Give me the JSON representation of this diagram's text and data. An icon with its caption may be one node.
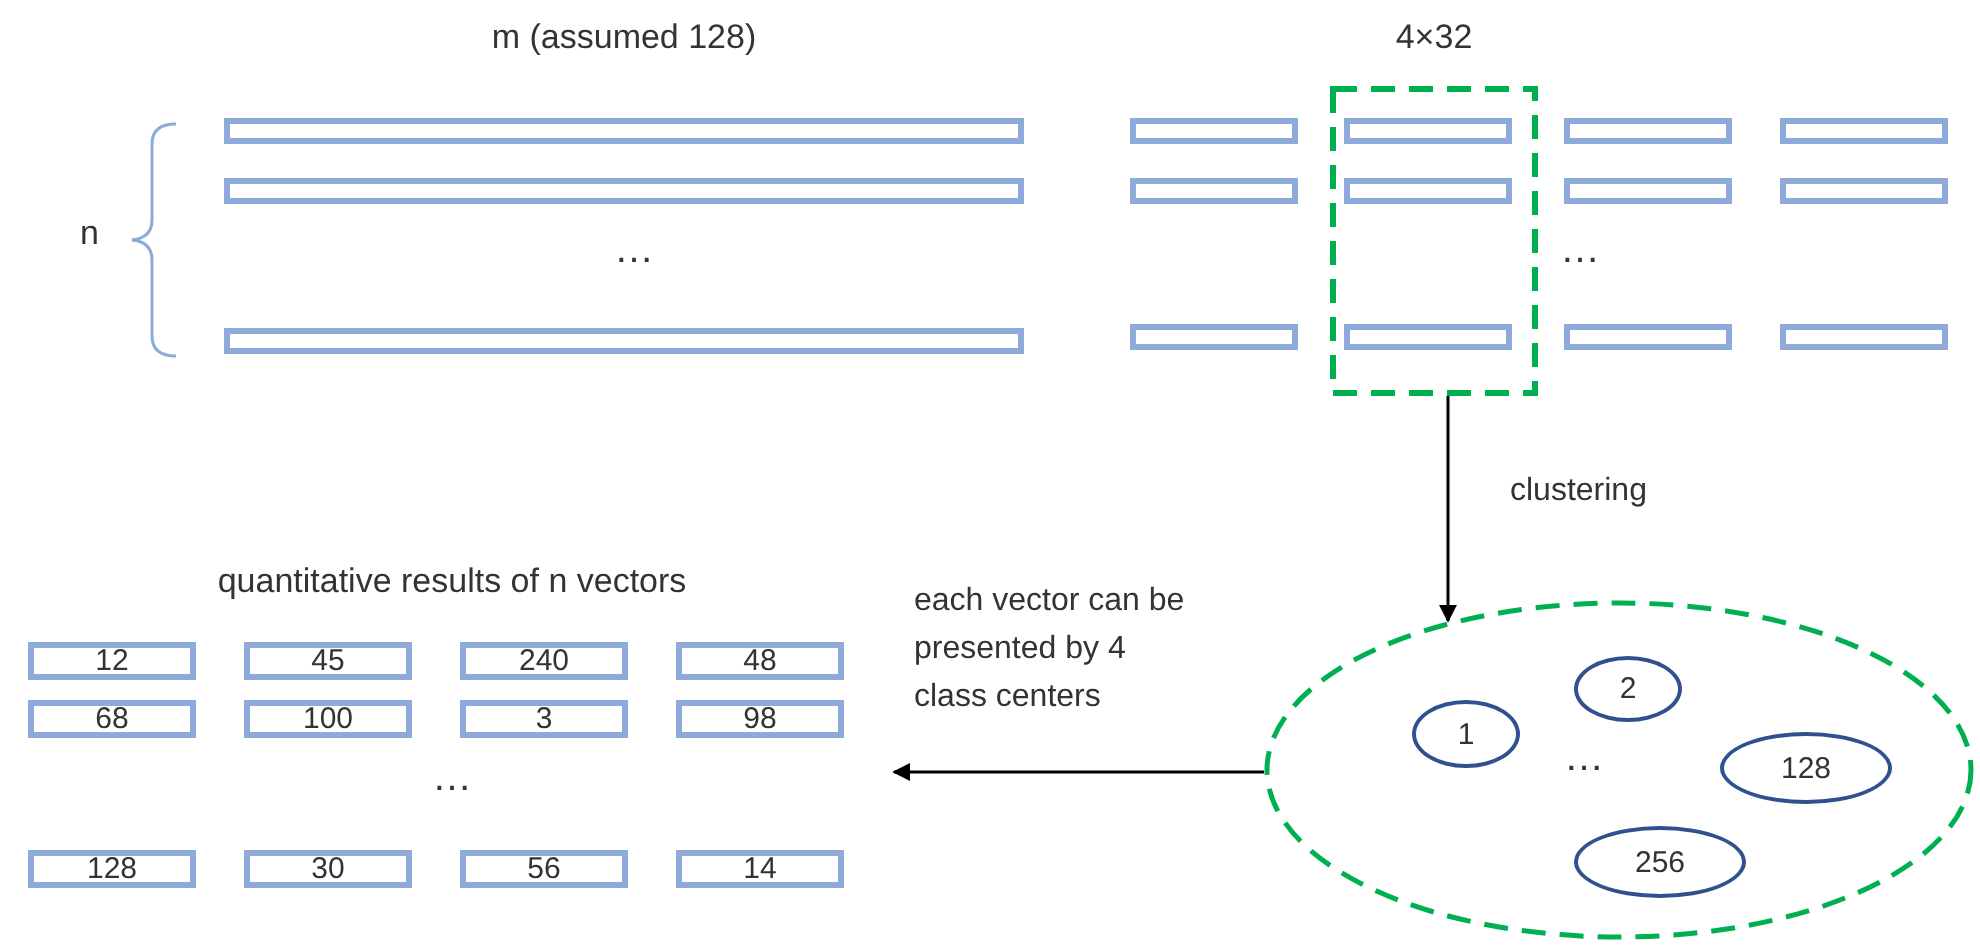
{
  "diagram": {
    "nodes": [
      {
        "text": [],
        "shape": "bar"
      },
      {
        "text": [],
        "shape": "bar"
      },
      {
        "text": [],
        "shape": "bar"
      },
      {
        "text": [],
        "shape": "bar"
      },
      {
        "text": [],
        "shape": "box"
      },
      {
        "text": [],
        "shape": "bar",
        "in": 4
      },
      {
        "text": [],
        "shape": "bar"
      },
      {
        "text": [],
        "shape": "bar"
      },
      {
        "text": [],
        "shape": "bar"
      },
      {
        "text": [],
        "shape": "bar",
        "in": 4
      },
      {
        "text": [],
        "shape": "bar"
      },
      {
        "text": [],
        "shape": "bar"
      },
      {
        "text": [],
        "shape": "bar"
      },
      {
        "text": [],
        "shape": "bar",
        "in": 4
      },
      {
        "text": [],
        "shape": "bar"
      },
      {
        "text": [],
        "shape": "bar"
      },
      {
        "text": [
          "…"
        ]
      },
      {
        "text": [
          "1"
        ],
        "in": 16
      },
      {
        "text": [
          "2"
        ],
        "in": 16
      },
      {
        "text": [
          "128"
        ],
        "in": 16
      },
      {
        "text": [
          "256"
        ],
        "in": 16
      },
      {
        "text": [
          "12"
        ]
      },
      {
        "text": [
          "45"
        ]
      },
      {
        "text": [
          "240"
        ]
      },
      {
        "text": [
          "48"
        ]
      },
      {
        "text": [
          "68"
        ]
      },
      {
        "text": [
          "100"
        ]
      },
      {
        "text": [
          "3"
        ]
      },
      {
        "text": [
          "98"
        ]
      },
      {
        "text": [
          "128"
        ]
      },
      {
        "text": [
          "30"
        ]
      },
      {
        "text": [
          "56"
        ]
      },
      {
        "text": [
          "14"
        ]
      }
    ],
    "edges": [
      {
        "from": 4,
        "to": 16,
        "arrow": "to",
        "label": "clustering"
      },
      {
        "from": 16,
        "to": null,
        "arrow": "to",
        "label": "each vector can be presented by 4 class centers"
      }
    ],
    "labels": [
      "m (assumed 128)",
      "4×32",
      "n",
      "…",
      "…",
      "quantitative results of n vectors",
      "…"
    ]
  }
}
